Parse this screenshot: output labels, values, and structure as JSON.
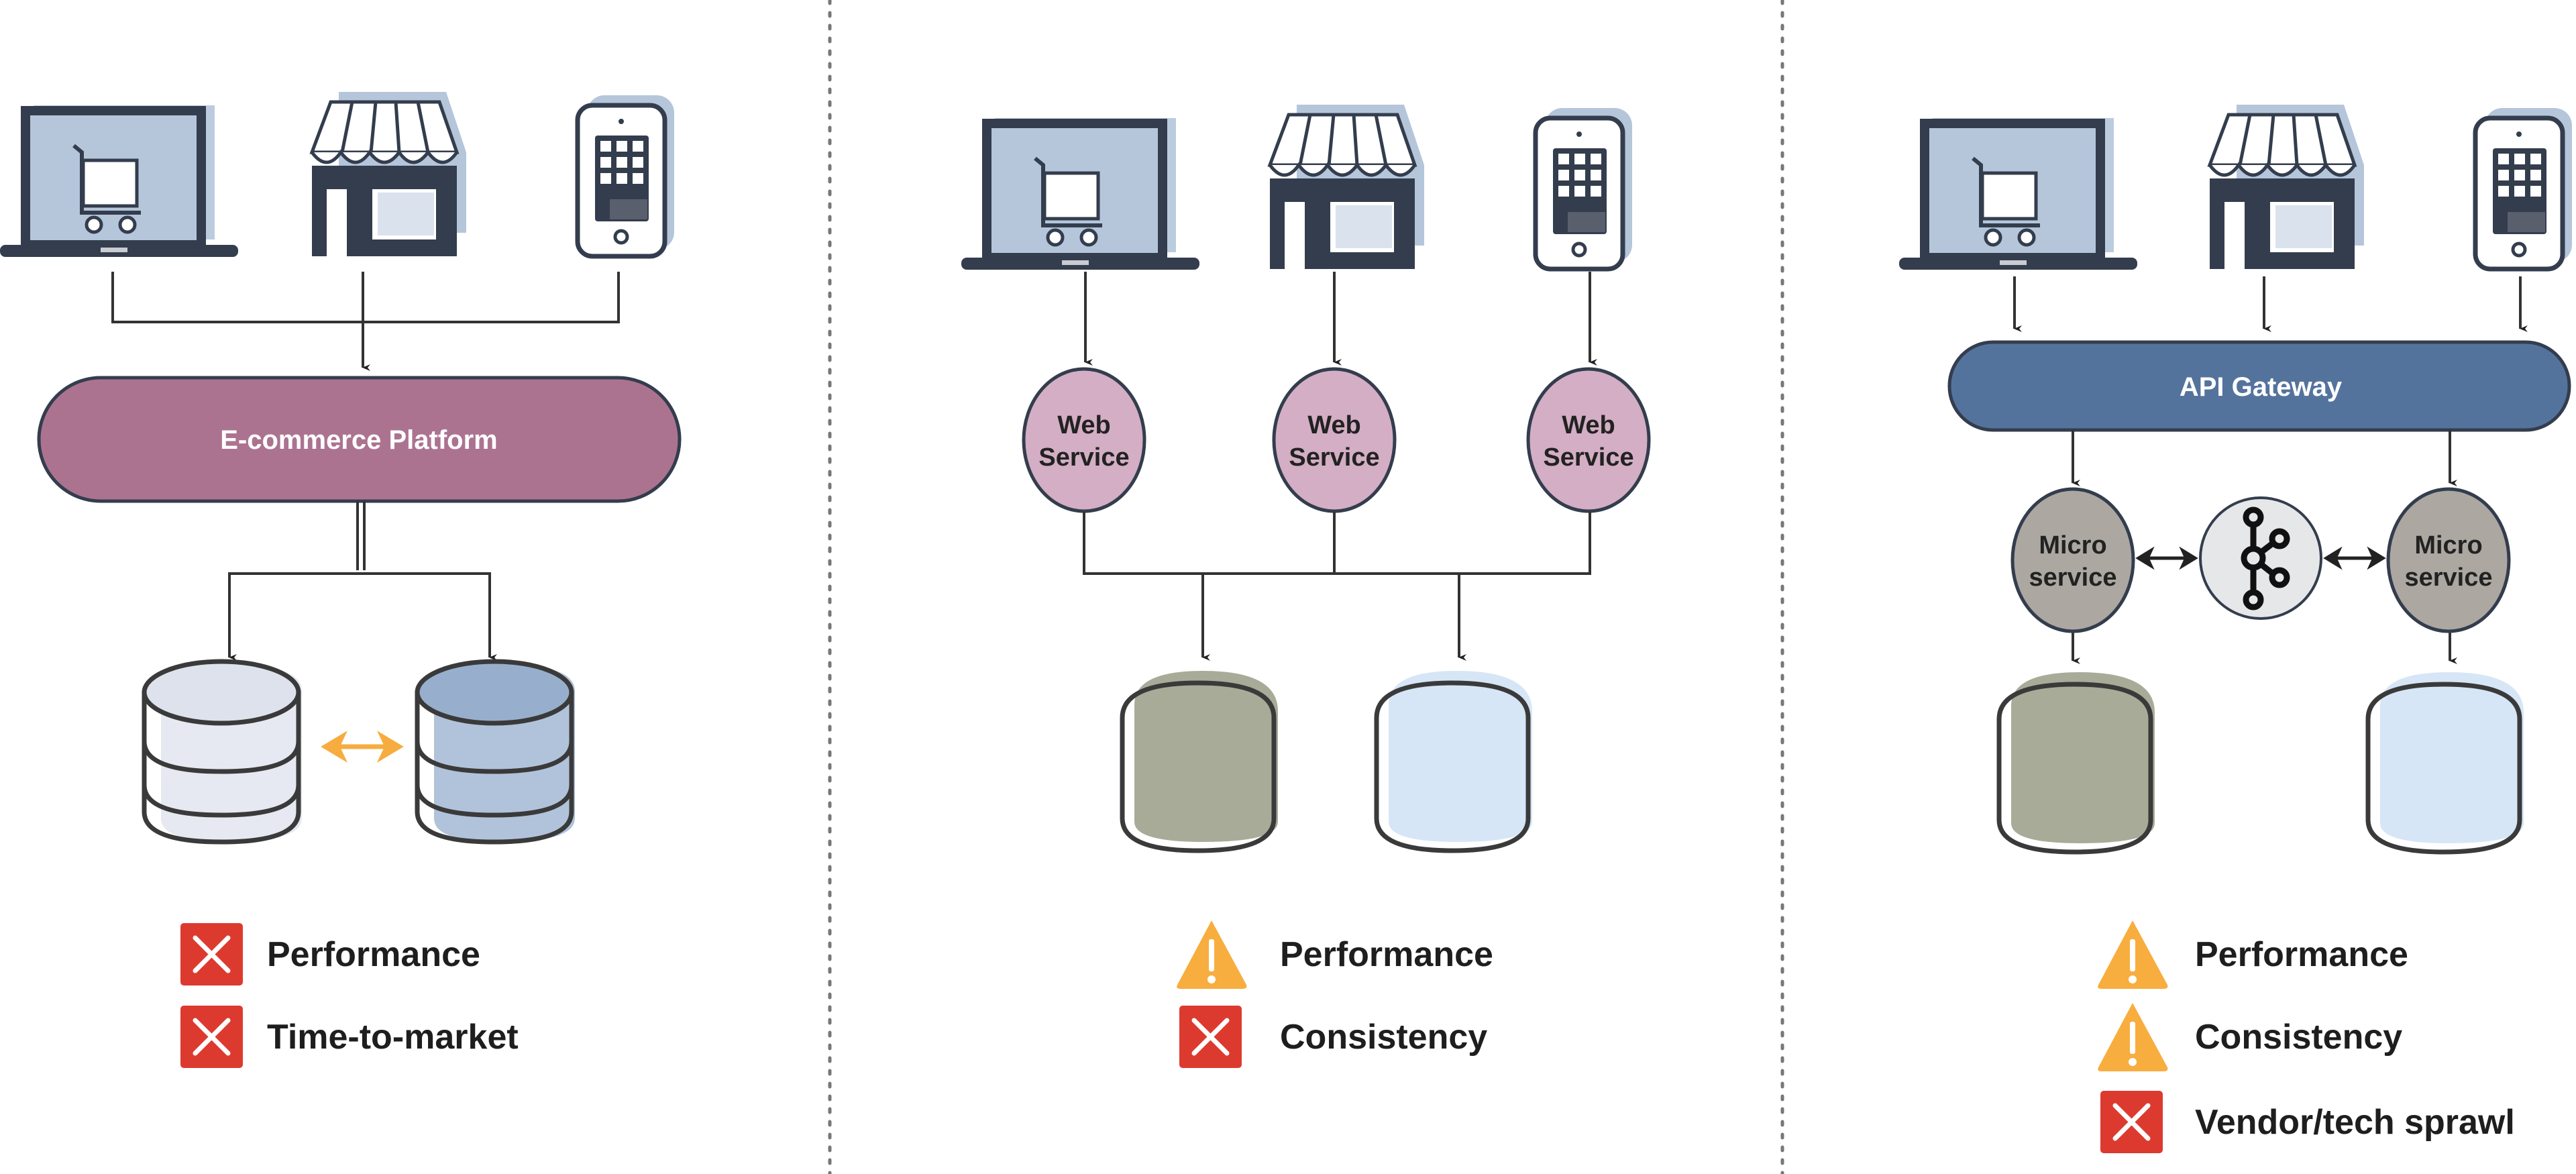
{
  "diagram": {
    "colors": {
      "ink": "#333d4d",
      "icon_fill": "#b5c6db",
      "platform_pill": "#ac7391",
      "web_service": "#d4aec4",
      "api_gateway": "#54739c",
      "microservice": "#aca7a1",
      "kafka_node": "#e6e7e9",
      "db_light": "#dde2ec",
      "db_blue": "#97afcd",
      "db_olive": "#a8ab98",
      "db_sky": "#d6e6f6",
      "sync_arrow": "#f7ac3f",
      "bad": "#dd3a2f",
      "warn": "#f8ad3f"
    },
    "panels": [
      {
        "name": "monolith",
        "clients": [
          "laptop-shopping-cart",
          "storefront",
          "mobile-app"
        ],
        "platform_label": "E-commerce Platform",
        "databases": [
          "relational-db-light",
          "relational-db-blue"
        ],
        "legend": [
          {
            "status": "bad",
            "label": "Performance"
          },
          {
            "status": "bad",
            "label": "Time-to-market"
          }
        ]
      },
      {
        "name": "web-services",
        "clients": [
          "laptop-shopping-cart",
          "storefront",
          "mobile-app"
        ],
        "service_labels": [
          {
            "line1": "Web",
            "line2": "Service"
          },
          {
            "line1": "Web",
            "line2": "Service"
          },
          {
            "line1": "Web",
            "line2": "Service"
          }
        ],
        "databases": [
          "datastore-olive",
          "datastore-sky"
        ],
        "legend": [
          {
            "status": "warn",
            "label": "Performance"
          },
          {
            "status": "bad",
            "label": "Consistency"
          }
        ]
      },
      {
        "name": "microservices",
        "clients": [
          "laptop-shopping-cart",
          "storefront",
          "mobile-app"
        ],
        "gateway_label": "API Gateway",
        "service_labels": [
          {
            "line1": "Micro",
            "line2": "service"
          },
          {
            "line1": "Micro",
            "line2": "service"
          }
        ],
        "broker": "kafka-icon",
        "databases": [
          "datastore-olive",
          "datastore-sky"
        ],
        "legend": [
          {
            "status": "warn",
            "label": "Performance"
          },
          {
            "status": "warn",
            "label": "Consistency"
          },
          {
            "status": "bad",
            "label": "Vendor/tech sprawl"
          }
        ]
      }
    ]
  }
}
